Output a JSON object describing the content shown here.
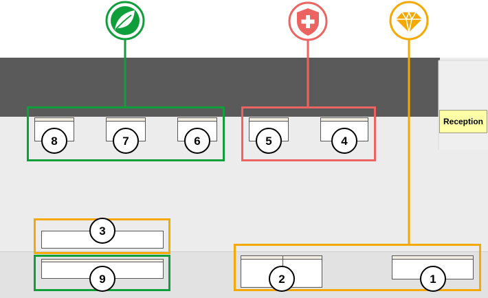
{
  "reception": {
    "label": "Reception"
  },
  "groups": [
    {
      "id": "green",
      "icon": "leaf-icon",
      "color": "#0e9e3a"
    },
    {
      "id": "red",
      "icon": "medical-shield-icon",
      "color": "#ec6461"
    },
    {
      "id": "orange",
      "icon": "diamond-icon",
      "color": "#f5a800"
    }
  ],
  "stations": [
    {
      "number": "8",
      "group": "green"
    },
    {
      "number": "7",
      "group": "green"
    },
    {
      "number": "6",
      "group": "green"
    },
    {
      "number": "5",
      "group": "red"
    },
    {
      "number": "4",
      "group": "red"
    },
    {
      "number": "3",
      "group": "orange"
    },
    {
      "number": "9",
      "group": "green"
    },
    {
      "number": "2",
      "group": "orange"
    },
    {
      "number": "1",
      "group": "orange"
    }
  ],
  "colors": {
    "dark_band": "#5a5a5a",
    "floor": "#ececec",
    "floor_bottom": "#e2e2e2",
    "desk_stripe": "#f2efe2",
    "reception_fill": "#ffffa8"
  }
}
